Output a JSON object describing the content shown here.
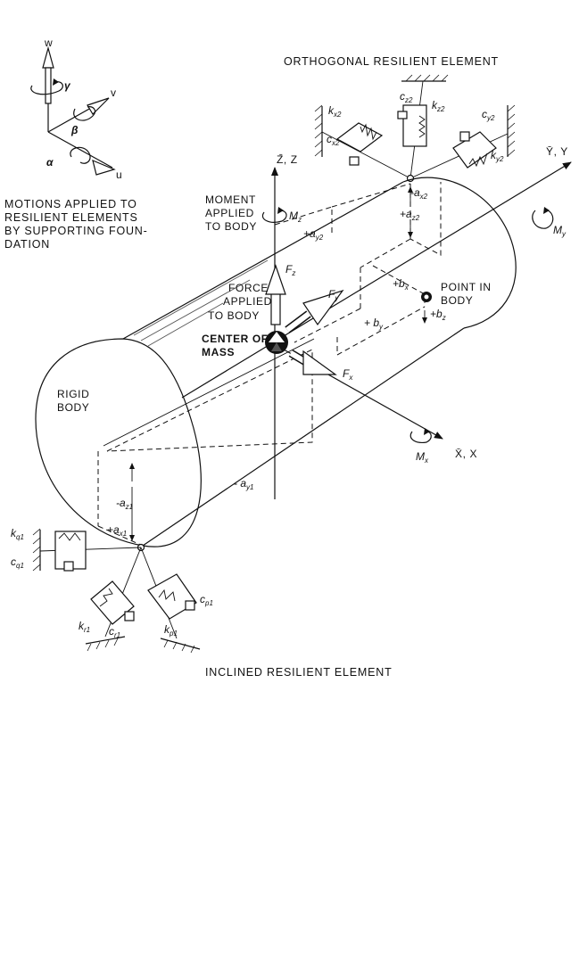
{
  "labels": {
    "orthogonal_element": "ORTHOGONAL RESILIENT ELEMENT",
    "inclined_element": "INCLINED RESILIENT ELEMENT",
    "motions_line1": "MOTIONS APPLIED TO",
    "motions_line2": "RESILIENT ELEMENTS",
    "motions_line3": "BY SUPPORTING FOUN-",
    "motions_line4": "DATION",
    "moment_line1": "MOMENT",
    "moment_line2": "APPLIED",
    "moment_line3": "TO BODY",
    "force_line1": "FORCE",
    "force_line2": "APPLIED",
    "force_line3": "TO BODY",
    "center_line1": "CENTER OF",
    "center_line2": "MASS",
    "point_line1": "POINT IN",
    "point_line2": "BODY",
    "rigid_line1": "RIGID",
    "rigid_line2": "BODY"
  },
  "axes": {
    "z": "Z̄, Z",
    "y": "Ȳ, Y",
    "x": "X̄, X"
  },
  "foundation_axes": {
    "w": "w",
    "v": "v",
    "u": "u",
    "gamma": "γ",
    "beta": "β",
    "alpha": "α"
  },
  "symbols": {
    "Mz": {
      "base": "M",
      "sub": "z"
    },
    "My": {
      "base": "M",
      "sub": "y"
    },
    "Mx": {
      "base": "M",
      "sub": "x"
    },
    "Fz": {
      "base": "F",
      "sub": "z"
    },
    "Fy": {
      "base": "F",
      "sub": "y"
    },
    "Fx": {
      "base": "F",
      "sub": "x"
    },
    "bx": {
      "base": "+b",
      "sub": "x"
    },
    "by": {
      "base": "+ b",
      "sub": "y"
    },
    "bz": {
      "base": "+b",
      "sub": "z"
    },
    "ay2": {
      "base": "+a",
      "sub": "y2"
    },
    "az2": {
      "base": "+a",
      "sub": "z2"
    },
    "ax2": {
      "base": "-a",
      "sub": "x2"
    },
    "ay1": {
      "base": "- a",
      "sub": "y1"
    },
    "az1": {
      "base": "-a",
      "sub": "z1"
    },
    "ax1": {
      "base": "+a",
      "sub": "x1"
    },
    "kx2": {
      "base": "k",
      "sub": "x2"
    },
    "cx2": {
      "base": "c",
      "sub": "x2"
    },
    "cz2": {
      "base": "c",
      "sub": "z2"
    },
    "kz2": {
      "base": "k",
      "sub": "z2"
    },
    "cy2": {
      "base": "c",
      "sub": "y2"
    },
    "ky2": {
      "base": "k",
      "sub": "y2"
    },
    "kq1": {
      "base": "k",
      "sub": "q1"
    },
    "cq1": {
      "base": "c",
      "sub": "q1"
    },
    "kr1": {
      "base": "k",
      "sub": "r1"
    },
    "cr1": {
      "base": "c",
      "sub": "r1"
    },
    "kp1": {
      "base": "k",
      "sub": "p1"
    },
    "cp1": {
      "base": "c",
      "sub": "p1"
    }
  }
}
